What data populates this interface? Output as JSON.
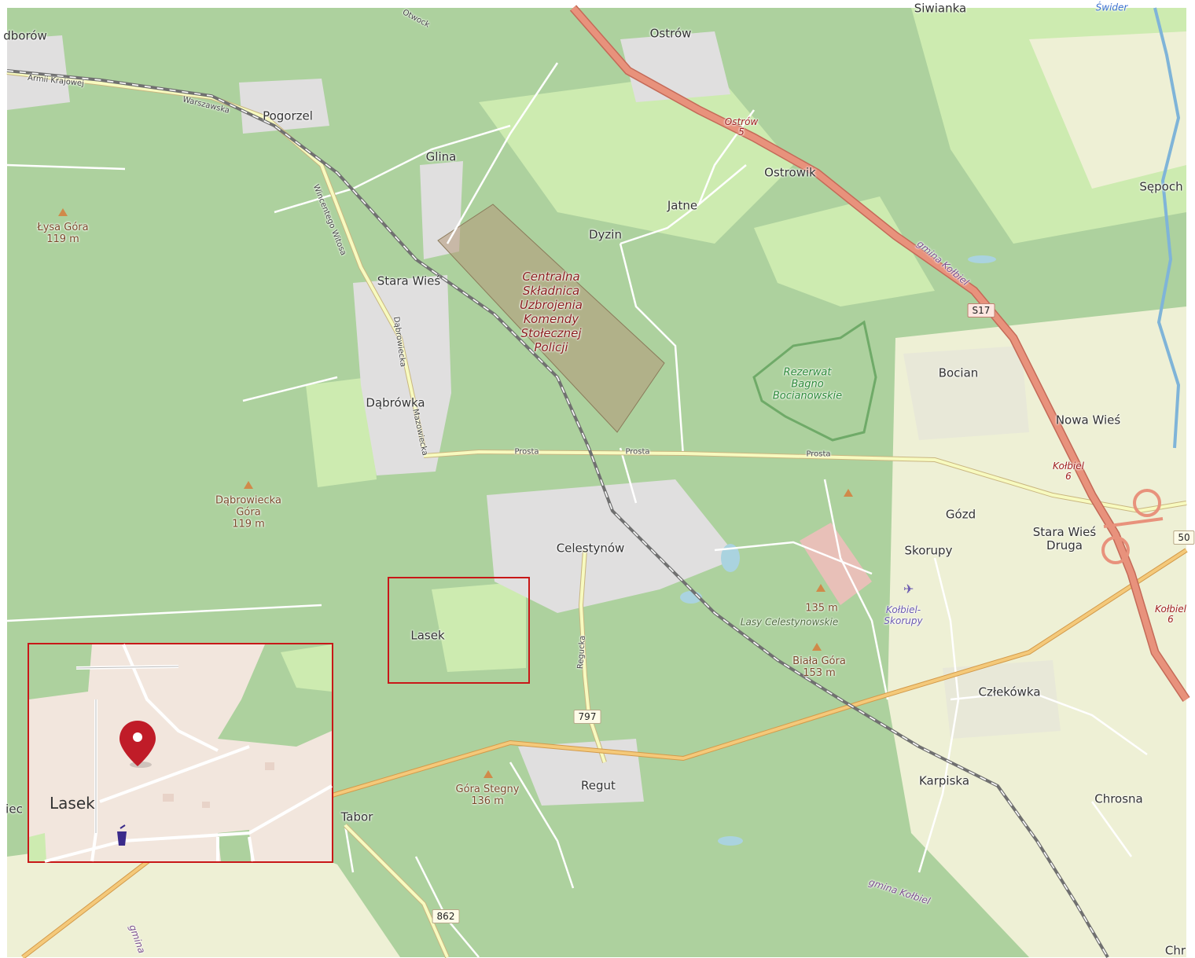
{
  "map": {
    "places": [
      {
        "id": "dborow",
        "text": "dborów"
      },
      {
        "id": "pogorzel",
        "text": "Pogorzel"
      },
      {
        "id": "glina",
        "text": "Glina"
      },
      {
        "id": "ostrow",
        "text": "Ostrów"
      },
      {
        "id": "ostrowik",
        "text": "Ostrowik"
      },
      {
        "id": "jatne",
        "text": "Jatne"
      },
      {
        "id": "dyzin",
        "text": "Dyzin"
      },
      {
        "id": "sepoch",
        "text": "Sępoch"
      },
      {
        "id": "siwianka",
        "text": "Siwianka"
      },
      {
        "id": "stara-wies",
        "text": "Stara Wieś"
      },
      {
        "id": "dabrowka",
        "text": "Dąbrówka"
      },
      {
        "id": "bocian",
        "text": "Bocian"
      },
      {
        "id": "nowa-wies",
        "text": "Nowa Wieś"
      },
      {
        "id": "gozd",
        "text": "Gózd"
      },
      {
        "id": "skorupy",
        "text": "Skorupy"
      },
      {
        "id": "stara-wies-druga",
        "text": "Stara Wieś\nDruga"
      },
      {
        "id": "celestynow",
        "text": "Celestynów"
      },
      {
        "id": "lasek",
        "text": "Lasek"
      },
      {
        "id": "czlekowka",
        "text": "Człekówka"
      },
      {
        "id": "karpiska",
        "text": "Karpiska"
      },
      {
        "id": "chrosna",
        "text": "Chrosna"
      },
      {
        "id": "regut",
        "text": "Regut"
      },
      {
        "id": "tabor",
        "text": "Tabor"
      },
      {
        "id": "chr",
        "text": "Chr"
      },
      {
        "id": "iec",
        "text": "iec"
      }
    ],
    "peaks": [
      {
        "id": "lysa-gora",
        "text": "Łysa Góra\n119 m"
      },
      {
        "id": "dabrowiecka-gora",
        "text": "Dąbrowiecka\nGóra\n119 m"
      },
      {
        "id": "peak-135",
        "text": "135 m"
      },
      {
        "id": "biala-gora",
        "text": "Biała Góra\n153 m"
      },
      {
        "id": "gora-stegny",
        "text": "Góra Stegny\n136 m"
      }
    ],
    "protected_areas": [
      {
        "id": "military-depot",
        "text": "Centralna\nSkładnica\nUzbrojenia\nKomendy\nStołecznej\nPolicji"
      },
      {
        "id": "bagno-reserve",
        "text": "Rezerwat\nBagno\nBocianowskie"
      }
    ],
    "forest_name": "Lasy Celestynowskie",
    "airfield": "Kołbiel-\nSkorupy",
    "river": "Świder",
    "streets": [
      {
        "id": "armii-krajowej",
        "text": "Armii Krajowej"
      },
      {
        "id": "warszawska",
        "text": "Warszawska"
      },
      {
        "id": "wincentego-witosa",
        "text": "Wincentego Witosa"
      },
      {
        "id": "dabrowiecka",
        "text": "Dąbrowiecka"
      },
      {
        "id": "mazowiecka",
        "text": "Mazowiecka"
      },
      {
        "id": "prosta-1",
        "text": "Prosta"
      },
      {
        "id": "prosta-2",
        "text": "Prosta"
      },
      {
        "id": "prosta-3",
        "text": "Prosta"
      },
      {
        "id": "regucka",
        "text": "Regucka"
      },
      {
        "id": "otwock",
        "text": "Otwock"
      }
    ],
    "admin_labels": [
      {
        "id": "gmina-kolbiel-1",
        "text": "gmina Kołbiel"
      },
      {
        "id": "gmina-kolbiel-2",
        "text": "gmina Kołbiel"
      },
      {
        "id": "gmina-bottom",
        "text": "gmina"
      }
    ],
    "junctions": [
      {
        "id": "ostrow-5",
        "text": "Ostrów\n5"
      },
      {
        "id": "kolbiel-6a",
        "text": "Kołbiel\n6"
      },
      {
        "id": "kolbiel-6b",
        "text": "Kołbiel\n6"
      }
    ],
    "road_shields": [
      {
        "id": "s17",
        "text": "S17"
      },
      {
        "id": "r797",
        "text": "797"
      },
      {
        "id": "r862",
        "text": "862"
      },
      {
        "id": "r50",
        "text": "50"
      }
    ],
    "inset": {
      "label": "Lasek"
    },
    "colors": {
      "forest": "#add19e",
      "meadow": "#cdebb0",
      "farmland": "#eef0d5",
      "residential": "#e0dfdf",
      "military": "#c9a58f",
      "motorway": "#e8927c",
      "secondary": "#f7fabf",
      "tertiary_orange": "#f4c97a",
      "railway": "#707070",
      "highlight": "#c81818",
      "marker": "#c01c28"
    }
  }
}
